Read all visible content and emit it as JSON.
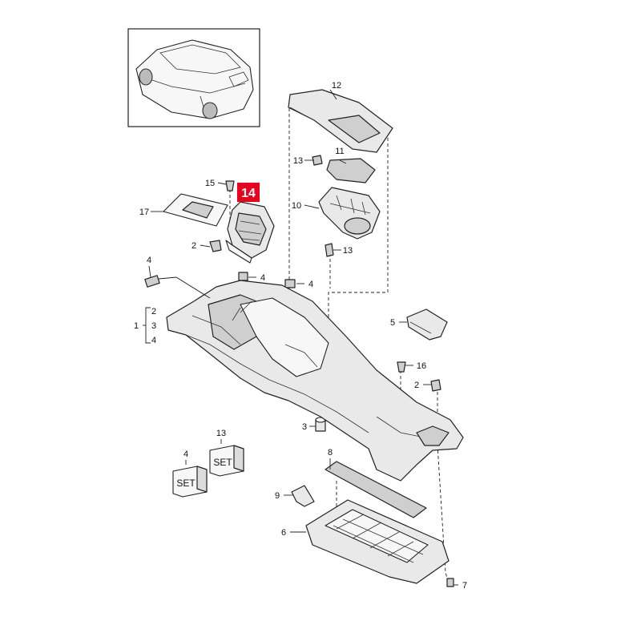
{
  "labels": {
    "l1": "1",
    "l2a": "2",
    "l2b": "2",
    "l2c": "2",
    "l3a": "3",
    "l3b": "3",
    "l4a": "4",
    "l4b": "4",
    "l4c": "4",
    "l4d": "4",
    "l4e": "4",
    "l5": "5",
    "l6": "6",
    "l7": "7",
    "l8": "8",
    "l9": "9",
    "l10": "10",
    "l11": "11",
    "l12": "12",
    "l13a": "13",
    "l13b": "13",
    "l13c": "13",
    "l15": "15",
    "l16": "16",
    "l17": "17"
  },
  "highlight": {
    "number": "14",
    "color": "#e8001c"
  },
  "set_boxes": {
    "left": "SET",
    "right": "SET"
  }
}
